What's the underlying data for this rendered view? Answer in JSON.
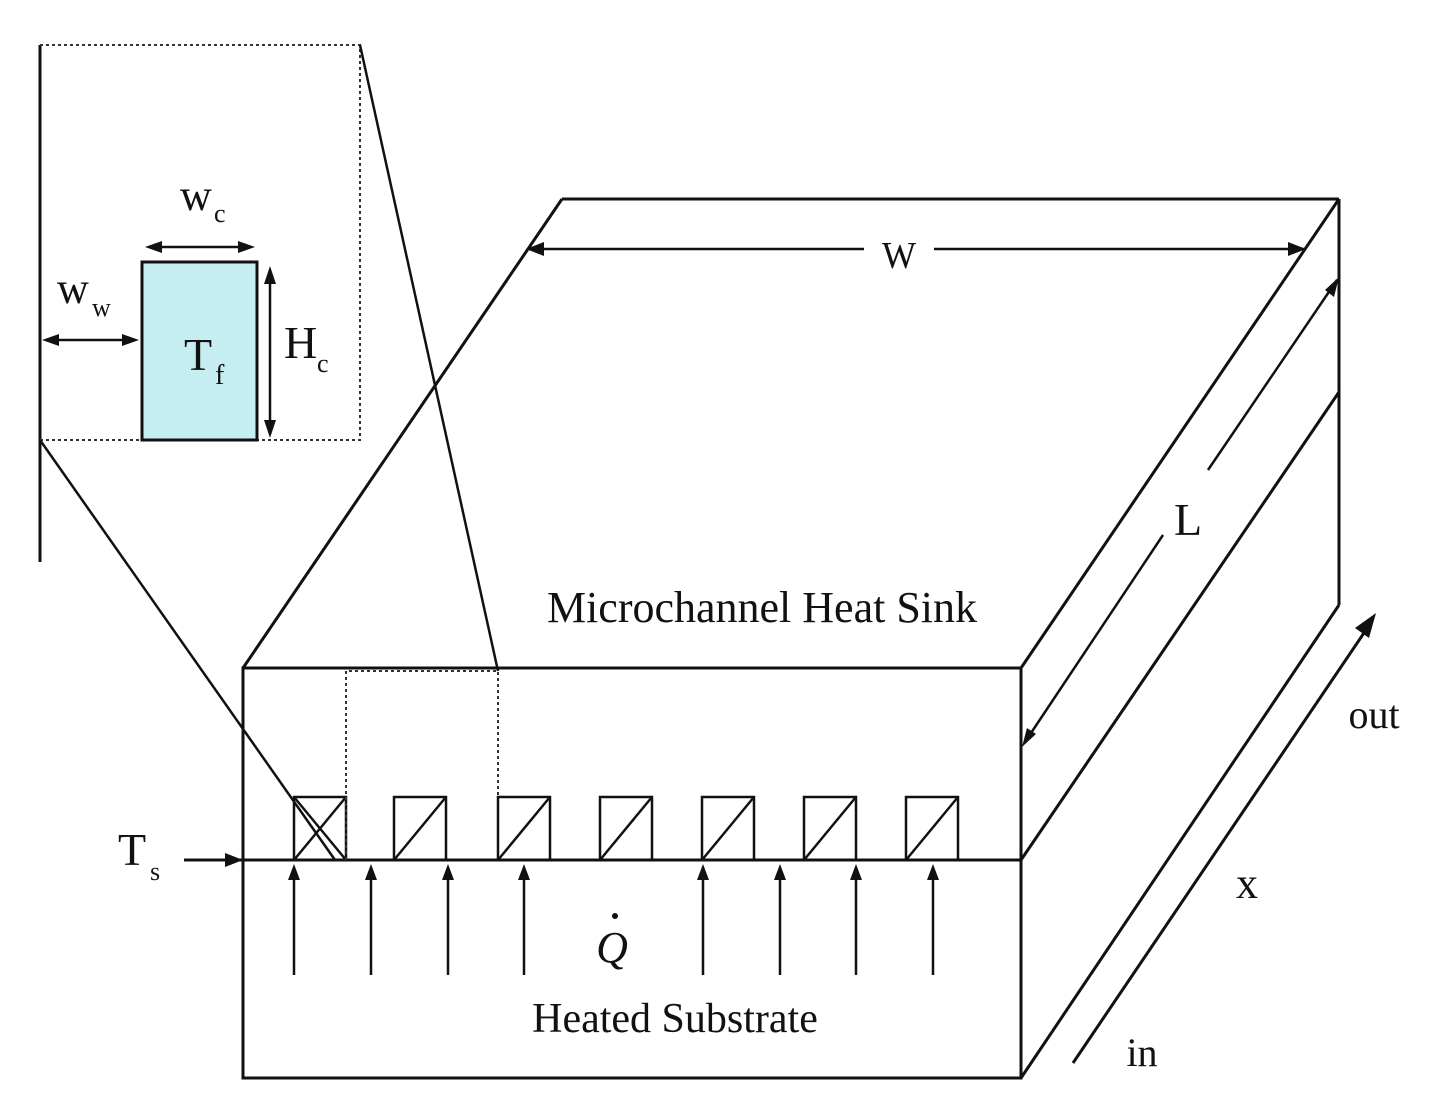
{
  "labels": {
    "title": "Microchannel Heat Sink",
    "substrate": "Heated Substrate",
    "heat": "Q",
    "width": "W",
    "length": "L",
    "axis": "x",
    "inlet": "in",
    "outlet": "out",
    "surface_temp": {
      "base": "T",
      "sub": "s"
    },
    "fluid_temp": {
      "base": "T",
      "sub": "f"
    },
    "channel_width": {
      "base": "w",
      "sub": "c"
    },
    "wall_width": {
      "base": "w",
      "sub": "w"
    },
    "channel_height": {
      "base": "H",
      "sub": "c"
    }
  },
  "colors": {
    "line": "#111111",
    "channel_fill": "#c6eef2",
    "background": "#ffffff"
  }
}
